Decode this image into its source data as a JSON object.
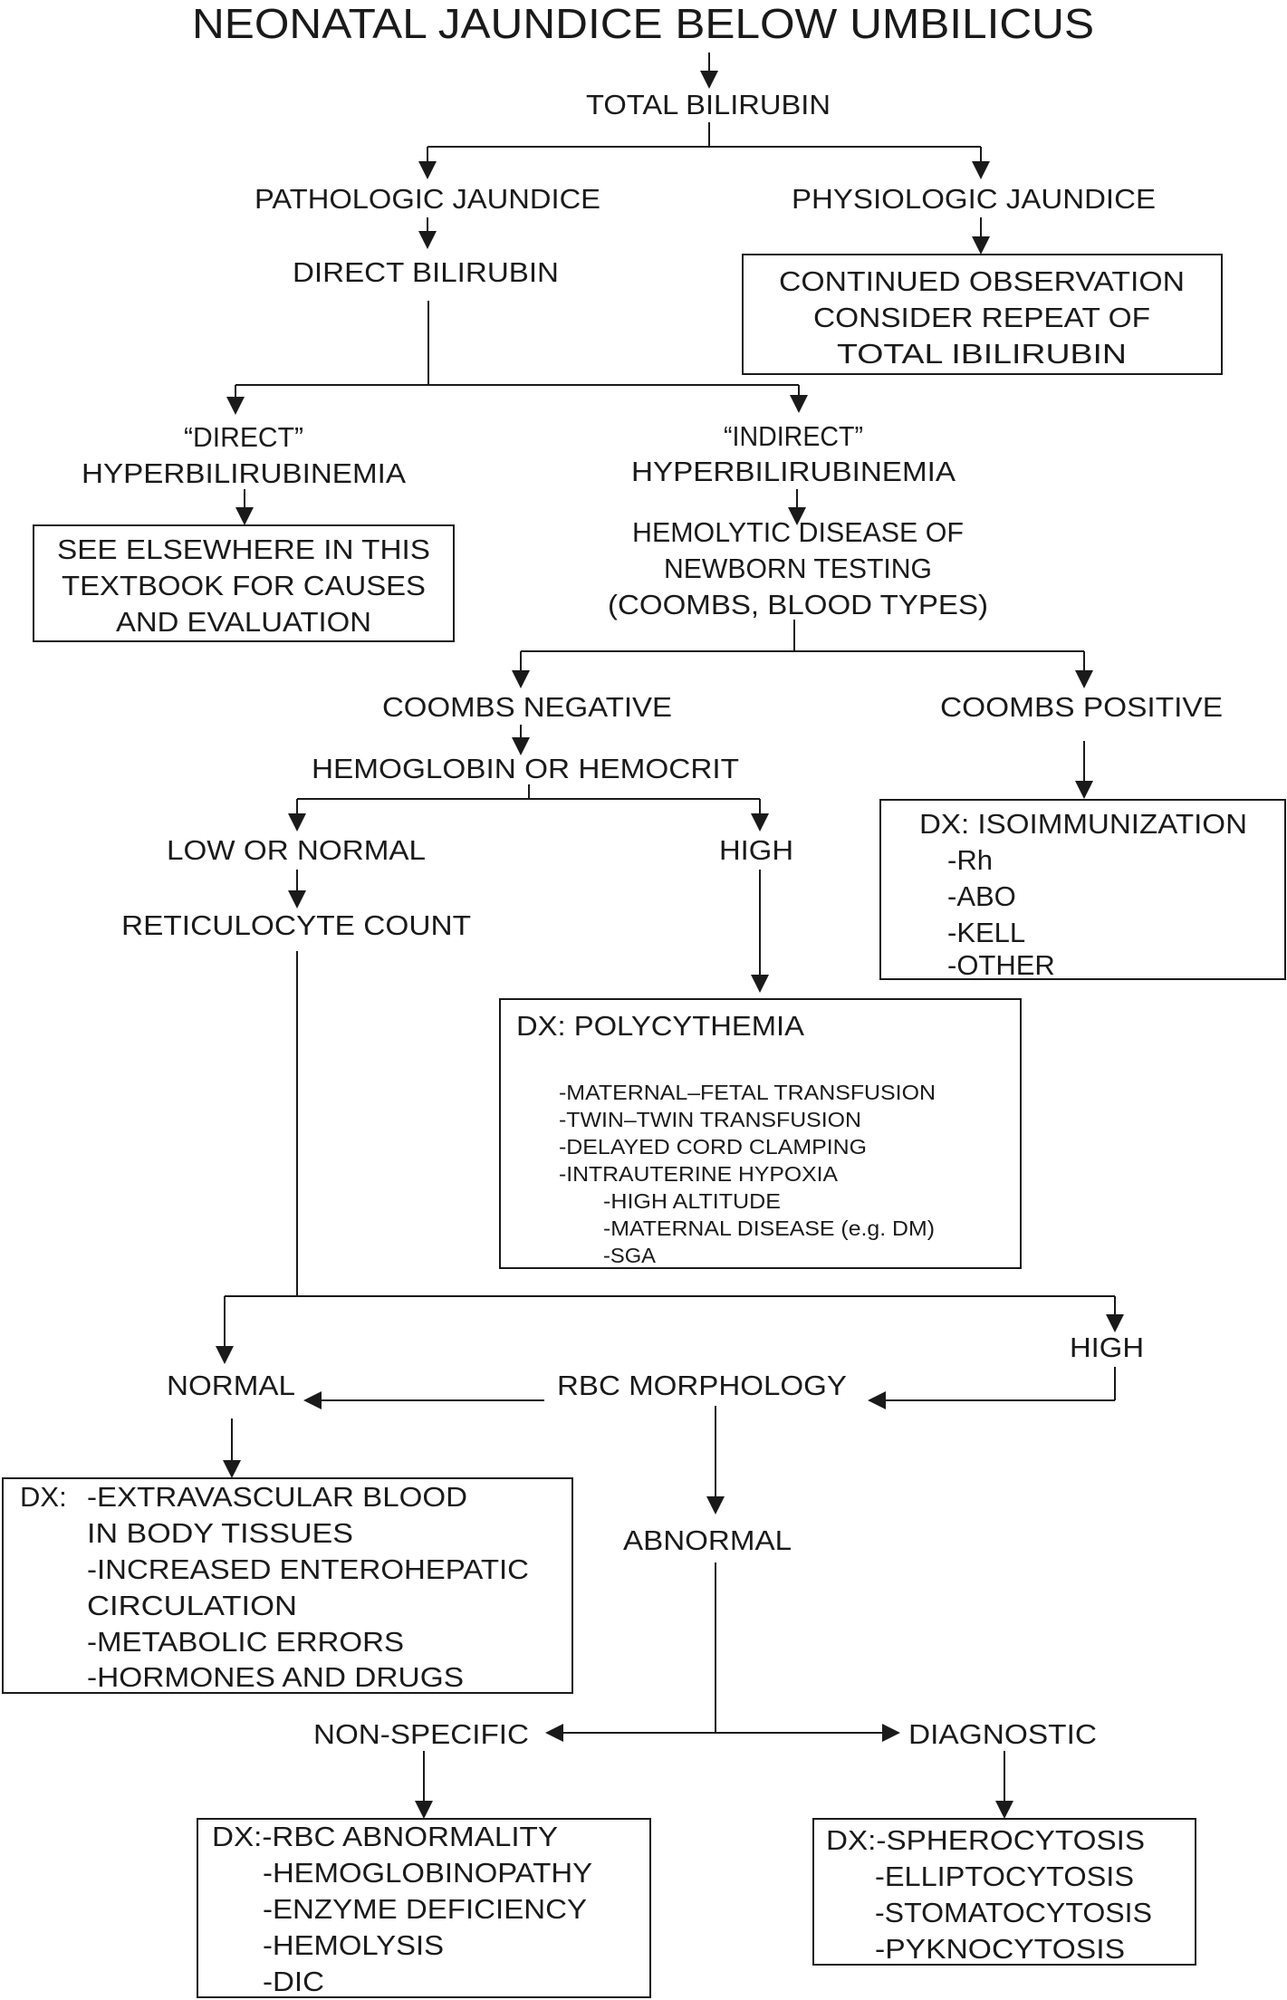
{
  "title": "NEONATAL JAUNDICE BELOW UMBILICUS",
  "nodes": {
    "total_bilirubin": "TOTAL BILIRUBIN",
    "pathologic_jaundice": "PATHOLOGIC JAUNDICE",
    "physiologic_jaundice": "PHYSIOLOGIC JAUNDICE",
    "direct_bilirubin": "DIRECT BILIRUBIN",
    "continued_observation": [
      "CONTINUED OBSERVATION",
      "CONSIDER REPEAT OF",
      "TOTAL IBILIRUBIN"
    ],
    "direct_hyper": [
      "“DIRECT”",
      "HYPERBILIRUBINEMIA"
    ],
    "indirect_hyper": [
      "“INDIRECT”",
      "HYPERBILIRUBINEMIA"
    ],
    "see_elsewhere": [
      "SEE ELSEWHERE IN THIS",
      "TEXTBOOK FOR CAUSES",
      "AND EVALUATION"
    ],
    "hdn_testing": [
      "HEMOLYTIC DISEASE OF",
      "NEWBORN TESTING",
      "(COOMBS, BLOOD TYPES)"
    ],
    "coombs_negative": "COOMBS NEGATIVE",
    "coombs_positive": "COOMBS POSITIVE",
    "hemoglobin": "HEMOGLOBIN OR HEMOCRIT",
    "low_or_normal": "LOW OR NORMAL",
    "high_hgb": "HIGH",
    "reticulocyte_count": "RETICULOCYTE COUNT",
    "isoimmunization": {
      "heading": "DX: ISOIMMUNIZATION",
      "items": [
        "-Rh",
        "-ABO",
        "-KELL",
        "-OTHER"
      ]
    },
    "polycythemia": {
      "heading": "DX: POLYCYTHEMIA",
      "items": [
        "-MATERNAL–FETAL TRANSFUSION",
        "-TWIN–TWIN TRANSFUSION",
        "-DELAYED CORD CLAMPING",
        "-INTRAUTERINE HYPOXIA"
      ],
      "subitems": [
        "-HIGH ALTITUDE",
        "-MATERNAL DISEASE (e.g. DM)",
        "-SGA"
      ]
    },
    "retic_normal": "NORMAL",
    "retic_high": "HIGH",
    "rbc_morphology": "RBC MORPHOLOGY",
    "abnormal": "ABNORMAL",
    "normal_dx": {
      "prefix": "DX:",
      "lines": [
        "-EXTRAVASCULAR BLOOD",
        " IN BODY TISSUES",
        "-INCREASED ENTEROHEPATIC",
        " CIRCULATION",
        "-METABOLIC ERRORS",
        "-HORMONES AND DRUGS"
      ]
    },
    "non_specific": "NON-SPECIFIC",
    "diagnostic": "DIAGNOSTIC",
    "non_specific_dx": {
      "heading": "DX:-RBC ABNORMALITY",
      "items": [
        "-HEMOGLOBINOPATHY",
        "-ENZYME DEFICIENCY",
        "-HEMOLYSIS",
        "-DIC"
      ]
    },
    "diagnostic_dx": {
      "heading": "DX:-SPHEROCYTOSIS",
      "items": [
        "-ELLIPTOCYTOSIS",
        "-STOMATOCYTOSIS",
        "-PYKNOCYTOSIS"
      ]
    }
  }
}
